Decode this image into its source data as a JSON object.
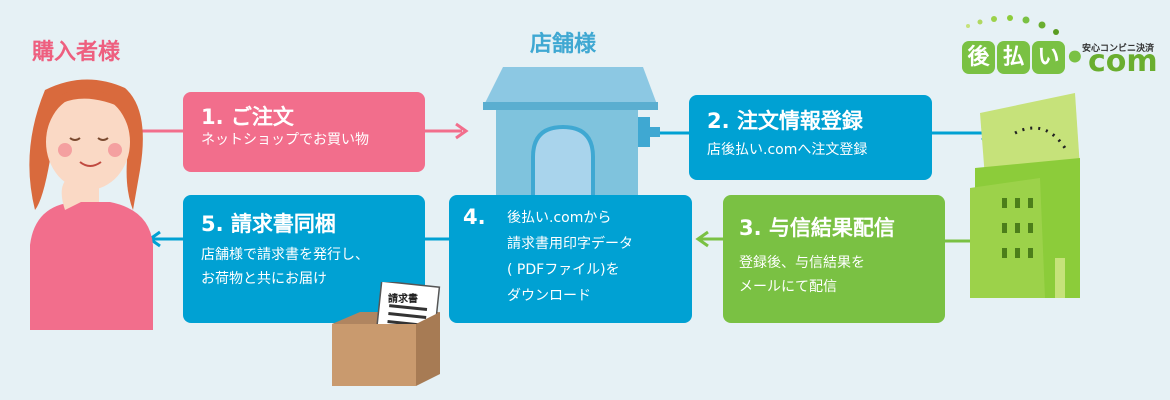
{
  "roles": {
    "buyer": "購入者様",
    "store": "店舗様"
  },
  "logo": {
    "tagline": "安心コンビニ決済",
    "chars": [
      "後",
      "払",
      "い"
    ],
    "dot": "•",
    "com": "com"
  },
  "steps": [
    {
      "title": "1. ご注文",
      "lines": [
        "ネットショップでお買い物"
      ]
    },
    {
      "title": "2. 注文情報登録",
      "lines": [
        "店後払い.comへ注文登録"
      ]
    },
    {
      "title": "3. 与信結果配信",
      "lines": [
        "登録後、与信結果を",
        "メールにて配信"
      ]
    },
    {
      "num": "4.",
      "lines": [
        "後払い.comから",
        "請求書用印字データ",
        "( PDFファイル)を",
        "ダウンロード"
      ]
    },
    {
      "title": "5. 請求書同梱",
      "lines": [
        "店舗様で請求書を発行し、",
        "お荷物と共にお届け"
      ]
    }
  ],
  "invoice": {
    "label": "請求書"
  },
  "colors": {
    "pink": "#f26e8c",
    "blue": "#00a1d3",
    "green": "#7ac143",
    "background": "#e6f1f5"
  }
}
